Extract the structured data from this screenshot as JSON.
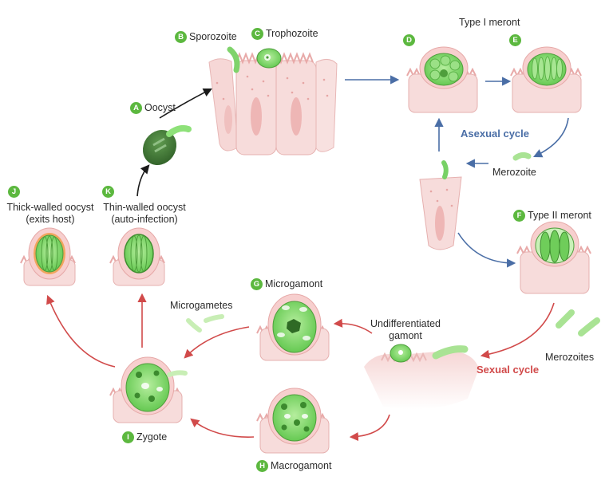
{
  "colors": {
    "blue_arrow": "#4a6ea6",
    "red_arrow": "#d14a4a",
    "black_arrow": "#1a1a1a",
    "badge": "#5cb83f",
    "cell": "#f7d9d8",
    "cell_edge": "#e3a7a6",
    "green": "#7ad36b",
    "dark_green": "#3f7d32"
  },
  "stages": {
    "A": {
      "badge": "A",
      "label": "Oocyst"
    },
    "B": {
      "badge": "B",
      "label": "Sporozoite"
    },
    "C": {
      "badge": "C",
      "label": "Trophozoite"
    },
    "D": {
      "badge": "D"
    },
    "E": {
      "badge": "E"
    },
    "F": {
      "badge": "F",
      "label": "Type II meront"
    },
    "G": {
      "badge": "G",
      "label": "Microgamont"
    },
    "H": {
      "badge": "H",
      "label": "Macrogamont"
    },
    "I": {
      "badge": "I",
      "label": "Zygote"
    },
    "J": {
      "badge": "J",
      "label_1": "Thick-walled oocyst",
      "label_2": "(exits host)"
    },
    "K": {
      "badge": "K",
      "label_1": "Thin-walled oocyst",
      "label_2": "(auto-infection)"
    }
  },
  "labels": {
    "type1": "Type I meront",
    "merozoite": "Merozoite",
    "merozoites": "Merozoites",
    "microgametes": "Microgametes",
    "undiff_1": "Undifferentiated",
    "undiff_2": "gamont"
  },
  "cycles": {
    "asexual": "Asexual cycle",
    "sexual": "Sexual cycle"
  }
}
